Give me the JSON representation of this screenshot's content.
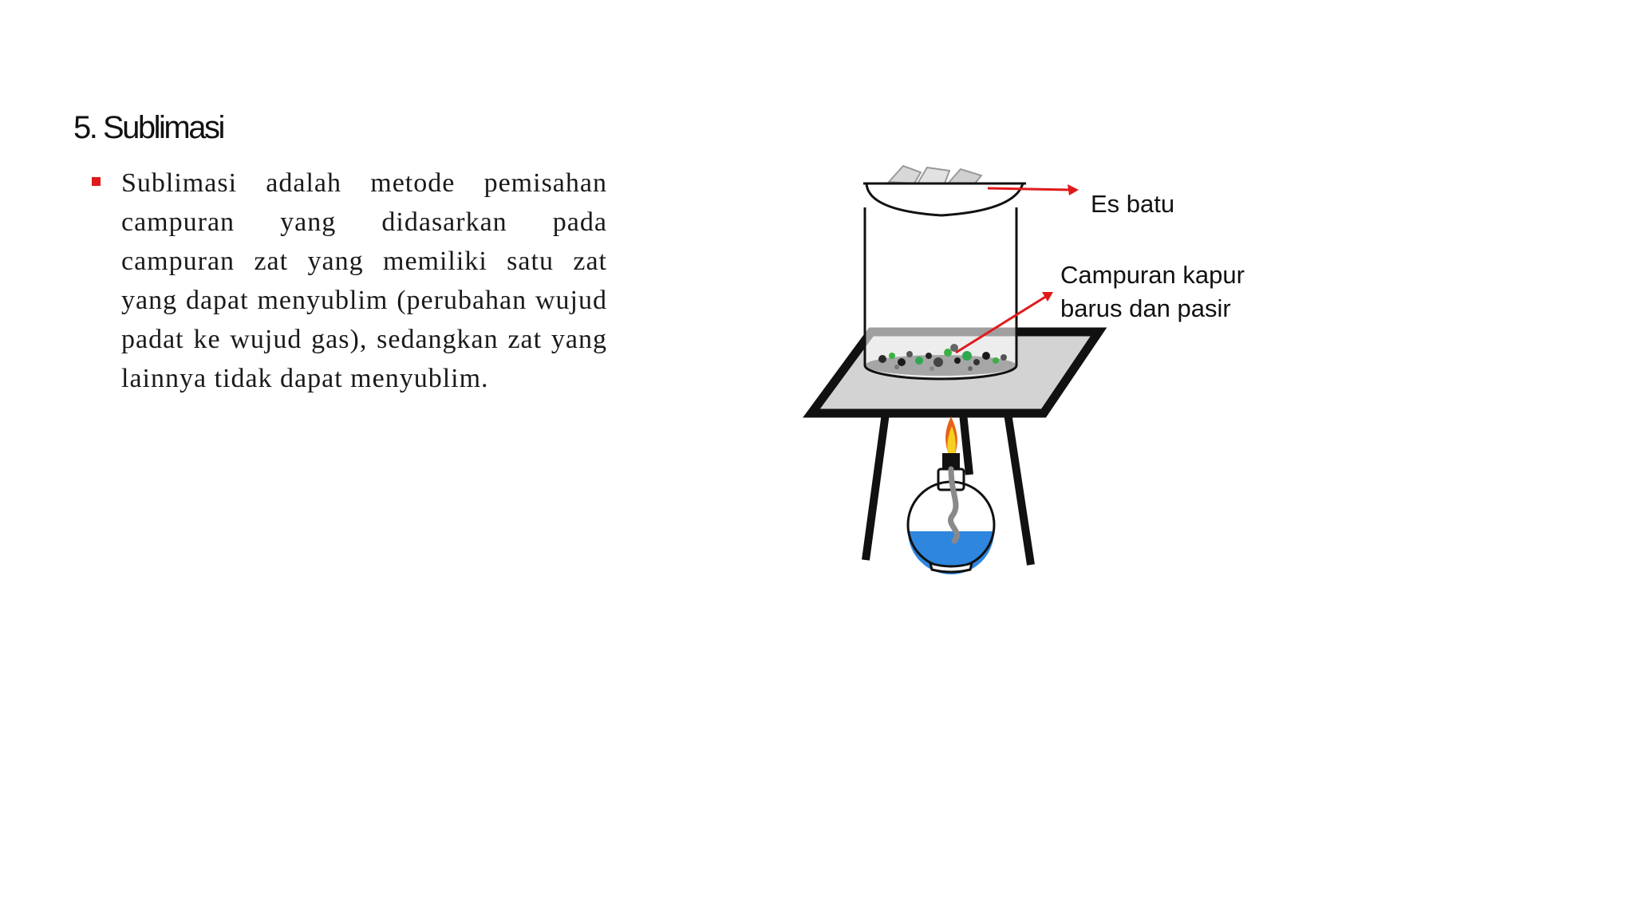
{
  "slide": {
    "title": "5. Sublimasi",
    "bullet_text": "Sublimasi adalah metode pemisahan campuran yang didasarkan pada campuran zat yang memiliki satu zat yang dapat menyublim (perubahan wujud padat ke wujud gas), sedangkan zat yang lainnya tidak dapat menyublim."
  },
  "diagram": {
    "label_ice": "Es batu",
    "label_mixture_line1": "Campuran kapur",
    "label_mixture_line2": "barus dan pasir",
    "arrow_color": "#e01a1a",
    "liquid_color": "#2e86de",
    "bullet_color": "#e01a1a"
  }
}
